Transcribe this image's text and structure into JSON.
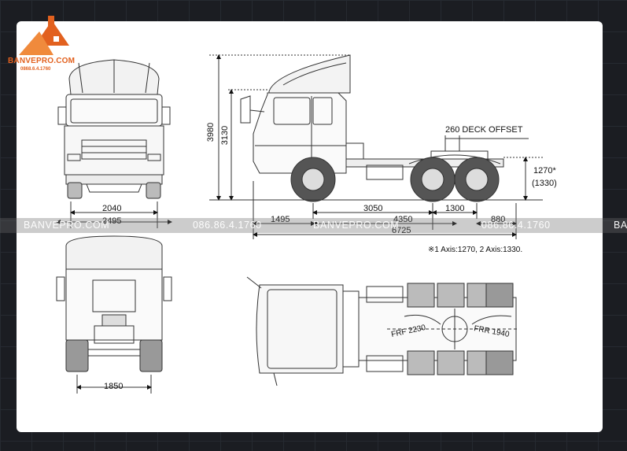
{
  "branding": {
    "name": "BANVEPRO.COM",
    "phone": "0868.6.4.1760",
    "accent": "#e2611f"
  },
  "watermarks": [
    {
      "text": "BANVEPRO.COM"
    },
    {
      "text": "086.86.4.1760"
    },
    {
      "text": "BANVEPRO.COM"
    },
    {
      "text": "086.86.4.1760"
    },
    {
      "text": "BA"
    }
  ],
  "dimensions": {
    "front_width": "2040",
    "overall_width": "2495",
    "rear_track": "1850",
    "total_height": "3980",
    "cab_height": "3130",
    "deck_offset": "260 DECK OFFSET",
    "fifth_wheel_height": "1270*",
    "fifth_wheel_height_alt": "(1330)",
    "front_overhang": "1495",
    "wheelbase_front": "3050",
    "wheelbase_full": "4350",
    "rear_axle_spacing": "1300",
    "rear_overhang": "880",
    "overall_length": "6725",
    "frame_front": "FRF 2230",
    "frame_rear": "FRR 1940"
  },
  "notes": {
    "axis": "※1 Axis:1270,   2 Axis:1330."
  }
}
